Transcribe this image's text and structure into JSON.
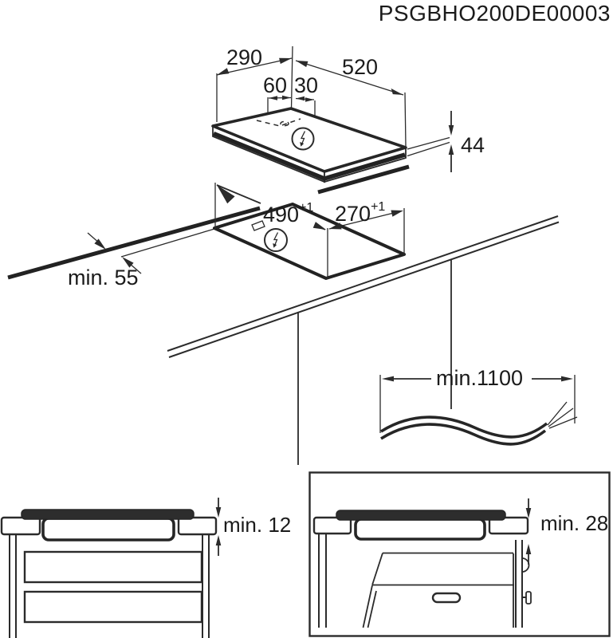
{
  "title": "PSGBHO200DE00003",
  "colors": {
    "line": "#2b2b2b",
    "thick_line": "#222222",
    "text": "#1b1b1b",
    "background": "#ffffff"
  },
  "hob_view": {
    "width": "290",
    "junction_left": "60",
    "junction_right": "30",
    "length": "520",
    "height": "44",
    "power_icon": "lightning-bolt-icon"
  },
  "cutout_view": {
    "length_value": "490",
    "length_tolerance": "+1",
    "width_value": "270",
    "width_tolerance": "+1",
    "rear_clearance": "min. 55",
    "power_icon": "lightning-bolt-icon"
  },
  "cable_view": {
    "length": "min.1100"
  },
  "drawer_section": {
    "clearance": "min. 12"
  },
  "oven_section": {
    "clearance": "min. 28"
  }
}
